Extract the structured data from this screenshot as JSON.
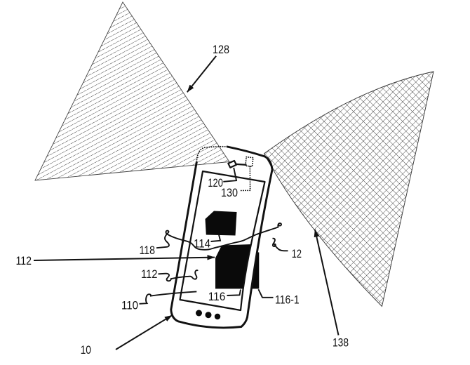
{
  "figure": {
    "type": "patent-style technical diagram",
    "background_color": "#ffffff",
    "ink_color": "#111111",
    "labels": {
      "l128": "128",
      "l120": "120",
      "l130": "130",
      "l118": "118",
      "l114": "114",
      "l112_left": "112",
      "l112_mid": "112",
      "l110": "110",
      "l116": "116",
      "l116_1": "116-1",
      "l12": "12",
      "l10": "10",
      "l138": "138"
    }
  }
}
